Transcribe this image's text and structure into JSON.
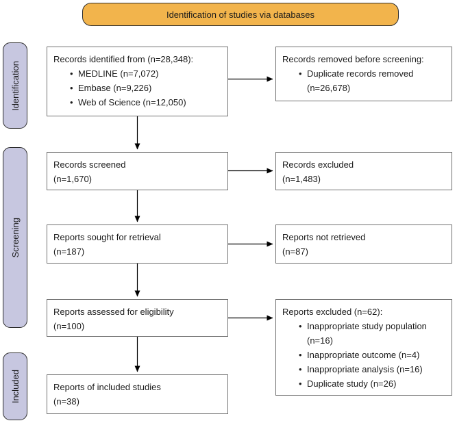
{
  "banner": {
    "label": "Identification of studies via databases"
  },
  "sidebar": {
    "identification": "Identification",
    "screening": "Screening",
    "included": "Included"
  },
  "colors": {
    "banner_bg": "#f2b44c",
    "stage_bg": "#c7c7e0",
    "box_border": "#6e6e6e",
    "arrow": "#000000"
  },
  "boxes": {
    "records_identified": {
      "title": "Records identified from (n=28,348):",
      "bullets": [
        "MEDLINE (n=7,072)",
        "Embase (n=9,226)",
        "Web of Science (n=12,050)"
      ]
    },
    "records_removed": {
      "title": "Records removed before screening:",
      "bullets": [
        "Duplicate records removed (n=26,678)"
      ]
    },
    "records_screened": {
      "line1": "Records screened",
      "line2": "(n=1,670)"
    },
    "records_excluded": {
      "line1": "Records excluded",
      "line2": "(n=1,483)"
    },
    "reports_sought": {
      "line1": "Reports sought for retrieval",
      "line2": "(n=187)"
    },
    "reports_not_retrieved": {
      "line1": "Reports not retrieved",
      "line2": "(n=87)"
    },
    "reports_assessed": {
      "line1": "Reports assessed for eligibility",
      "line2": "(n=100)"
    },
    "reports_excluded": {
      "title": "Reports excluded (n=62):",
      "bullets": [
        "Inappropriate study population (n=16)",
        "Inappropriate outcome (n=4)",
        "Inappropriate analysis (n=16)",
        "Duplicate study (n=26)"
      ]
    },
    "reports_included": {
      "line1": "Reports of included studies",
      "line2": "(n=38)"
    }
  }
}
